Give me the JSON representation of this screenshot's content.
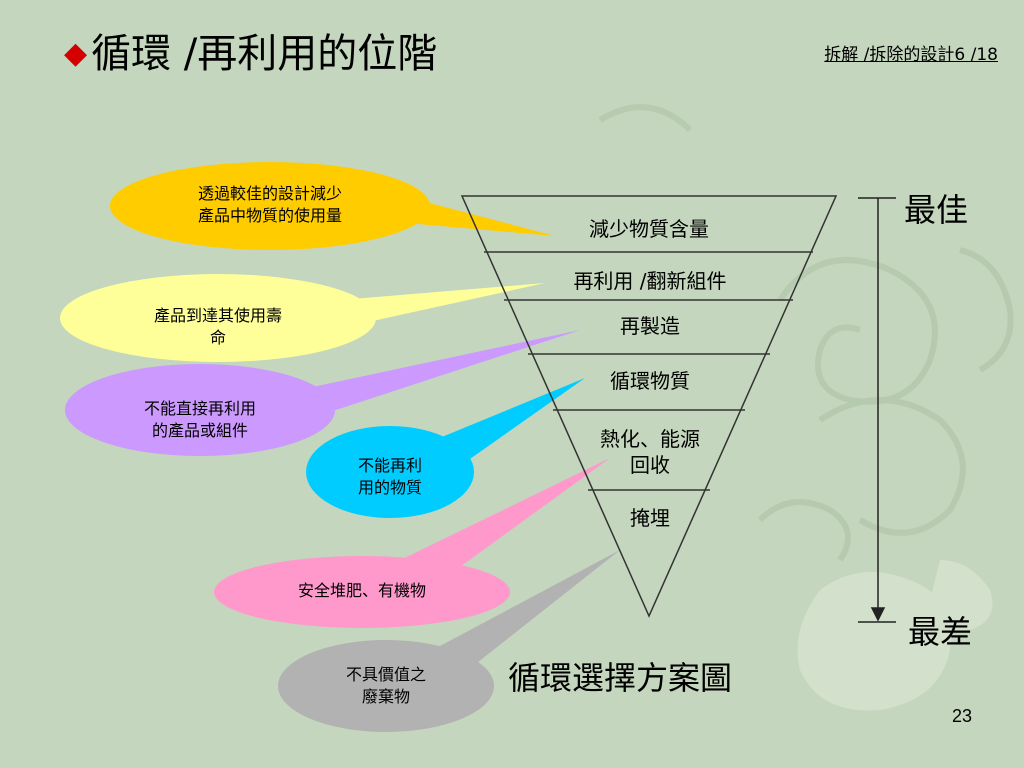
{
  "slide": {
    "title": "循環 /再利用的位階",
    "header_link": "拆解 /拆除的設計6 /18",
    "page_number": "23",
    "caption": "循環選擇方案圖"
  },
  "pyramid_layers": [
    {
      "label": "減少物質含量"
    },
    {
      "label": "再利用 /翻新組件"
    },
    {
      "label": "再製造"
    },
    {
      "label": "循環物質"
    },
    {
      "label": "熱化、能源\n回收"
    },
    {
      "label": "掩埋"
    }
  ],
  "callouts": [
    {
      "text": "透過較佳的設計減少\n產品中物質的使用量",
      "color": "#ffcc00"
    },
    {
      "text": "產品到達其使用壽\n命",
      "color": "#ffff99"
    },
    {
      "text": "不能直接再利用\n的產品或組件",
      "color": "#cc99ff"
    },
    {
      "text": "不能再利\n用的物質",
      "color": "#00ccff"
    },
    {
      "text": "安全堆肥、有機物",
      "color": "#ff99cc"
    },
    {
      "text": "不具價值之\n廢棄物",
      "color": "#b2b2b2"
    }
  ],
  "scale": {
    "best_label": "最佳",
    "worst_label": "最差"
  },
  "colors": {
    "background": "#c4d6bd",
    "title_bullet": "#d40000"
  }
}
